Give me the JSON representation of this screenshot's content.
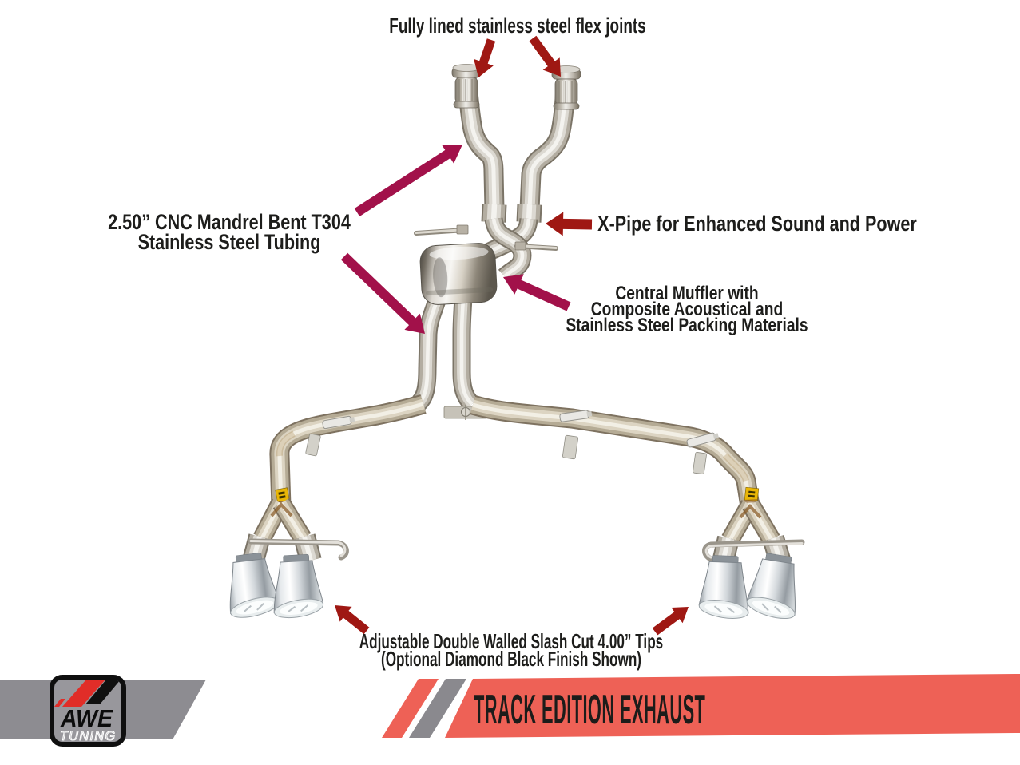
{
  "annotations": {
    "flex_joints": {
      "label": "Fully lined stainless steel flex joints"
    },
    "tubing": {
      "line1": "2.50” CNC Mandrel Bent T304",
      "line2": "Stainless Steel Tubing"
    },
    "x_pipe": {
      "label": "X-Pipe for Enhanced Sound and Power"
    },
    "central_muffler": {
      "line1": "Central Muffler with",
      "line2": "Composite Acoustical and",
      "line3": "Stainless Steel Packing Materials"
    },
    "tips": {
      "line1": "Adjustable Double Walled Slash Cut 4.00” Tips",
      "line2": "(Optional Diamond Black Finish Shown)"
    }
  },
  "footer": {
    "logo": {
      "brand": "AWE",
      "sub_brand": "TUNING"
    },
    "banner_title": "TRACK EDITION EXHAUST"
  },
  "colors": {
    "arrow_dark_red": "#9f1813",
    "arrow_crimson": "#a2114a",
    "banner_red": "#ee6156",
    "slash_gray": "#8a898e",
    "footer_band_gray": "#8d8c91",
    "logo_red": "#e12d28",
    "label_text": "#1d1d1b"
  }
}
